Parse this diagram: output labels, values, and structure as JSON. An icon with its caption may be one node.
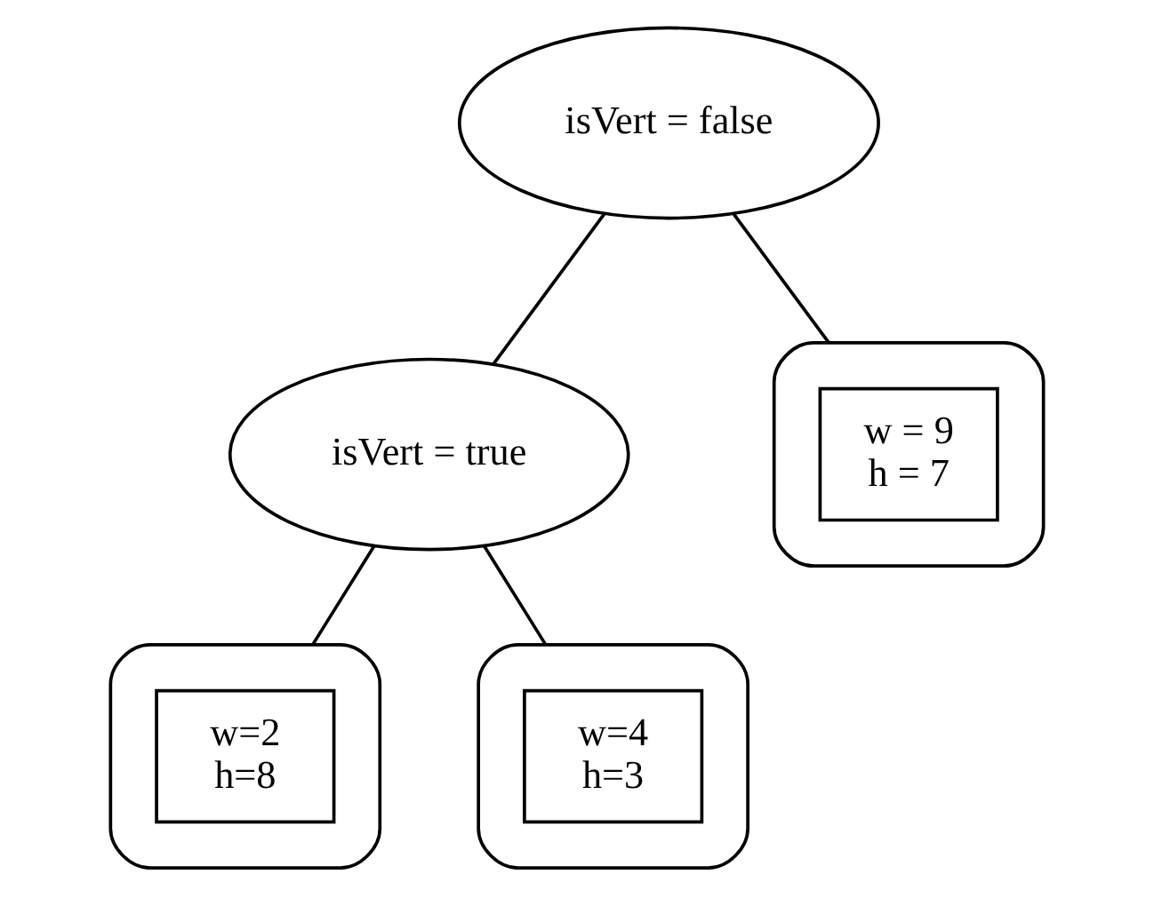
{
  "diagram": {
    "nodes": [
      {
        "text": [
          "isVert = false"
        ]
      },
      {
        "text": [
          "isVert = true"
        ]
      },
      {
        "text": [],
        "shape": "ellipse"
      },
      {
        "text": [
          "w = 9",
          "h = 7"
        ],
        "in": 2
      },
      {
        "text": [],
        "shape": "ellipse"
      },
      {
        "text": [
          "w=2",
          "h=8"
        ],
        "in": 4
      },
      {
        "text": [],
        "shape": "ellipse"
      },
      {
        "text": [
          "w=4",
          "h=3"
        ],
        "in": 6
      }
    ],
    "edges": [
      {
        "from": 0,
        "to": 1,
        "arrow": "none"
      },
      {
        "from": 0,
        "to": 2,
        "arrow": "none"
      },
      {
        "from": 1,
        "to": 4,
        "arrow": "none"
      },
      {
        "from": 1,
        "to": 6,
        "arrow": "none"
      }
    ]
  }
}
